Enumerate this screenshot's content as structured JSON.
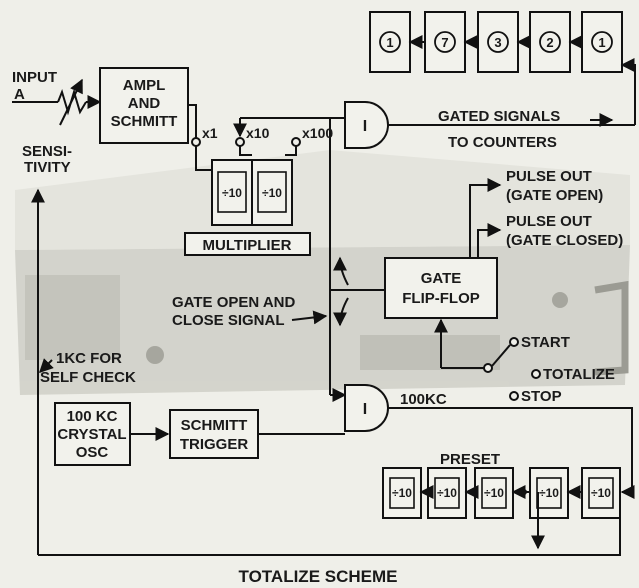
{
  "diagram": {
    "caption": "TOTALIZE SCHEME",
    "input": {
      "line1": "INPUT",
      "line2": "A"
    },
    "sensitivity": {
      "line1": "SENSI-",
      "line2": "TIVITY"
    },
    "ampl_block": {
      "line1": "AMPL",
      "line2": "AND",
      "line3": "SCHMITT"
    },
    "taps": {
      "x1": "x1",
      "x10": "x10",
      "x100": "x100"
    },
    "multiplier": {
      "label": "MULTIPLIER",
      "div1": "÷10",
      "div2": "÷10"
    },
    "counters": [
      "1",
      "7",
      "3",
      "2",
      "1"
    ],
    "gated_signals": {
      "line1": "GATED SIGNALS",
      "line2": "TO COUNTERS"
    },
    "gate_and_label": "I",
    "pulse_open": {
      "line1": "PULSE OUT",
      "line2": "(GATE OPEN)"
    },
    "pulse_closed": {
      "line1": "PULSE OUT",
      "line2": "(GATE CLOSED)"
    },
    "flipflop": {
      "line1": "GATE",
      "line2": "FLIP-FLOP"
    },
    "gate_signal": {
      "line1": "GATE OPEN AND",
      "line2": "CLOSE SIGNAL"
    },
    "switch": {
      "start": "START",
      "totalize": "TOTALIZE",
      "stop": "STOP"
    },
    "self_check": {
      "line1": "1KC FOR",
      "line2": "SELF CHECK"
    },
    "crystal": {
      "line1": "100 KC",
      "line2": "CRYSTAL",
      "line3": "OSC"
    },
    "schmitt_trigger": {
      "line1": "SCHMITT",
      "line2": "TRIGGER"
    },
    "freq_100kc": "100KC",
    "preset": {
      "label": "PRESET",
      "dividers": [
        "÷10",
        "÷10",
        "÷10",
        "÷10",
        "÷10"
      ]
    }
  }
}
